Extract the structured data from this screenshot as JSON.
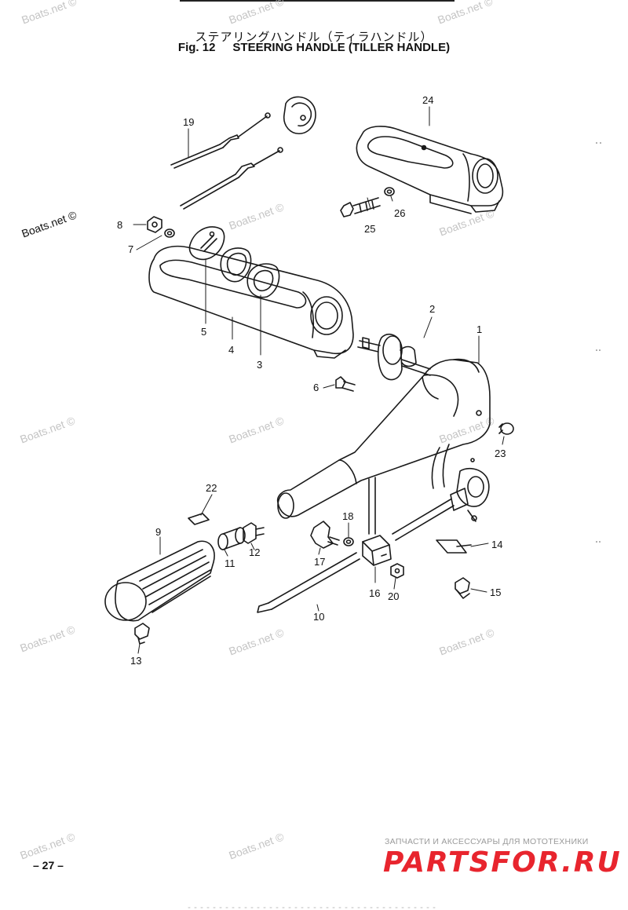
{
  "header": {
    "title_jp": "ステアリングハンドル（ティラハンドル）",
    "fig_label": "Fig. 12",
    "title_en": "STEERING HANDLE (TILLER HANDLE)"
  },
  "watermark": "Boats.net ©",
  "callouts": [
    "1",
    "2",
    "3",
    "4",
    "5",
    "6",
    "7",
    "8",
    "9",
    "10",
    "11",
    "12",
    "13",
    "14",
    "15",
    "16",
    "17",
    "18",
    "19",
    "20",
    "22",
    "23",
    "24",
    "25",
    "26"
  ],
  "footer": {
    "page_number": "– 27 –",
    "banner_text": "ЗАПЧАСТИ И АКСЕССУАРЫ ДЛЯ МОТОТЕХНИКИ",
    "brand_text": "PARTSFOR.RU"
  },
  "colors": {
    "line": "#1a1a1a",
    "watermark": "#c4c4c4",
    "brand": "#e8252e"
  }
}
